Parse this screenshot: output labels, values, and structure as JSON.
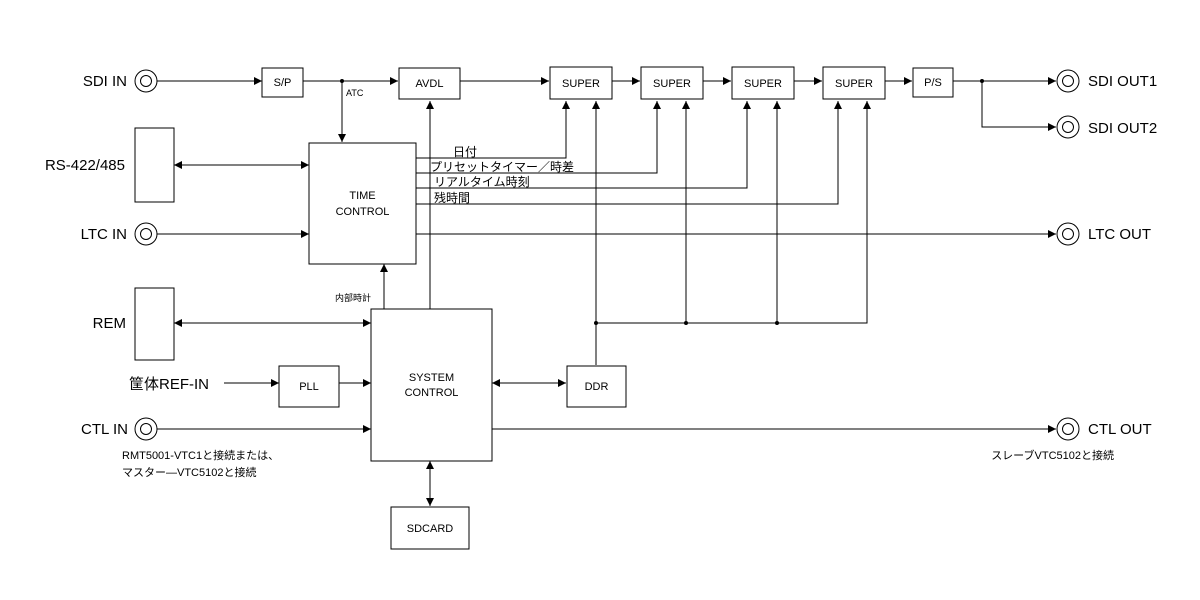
{
  "ports": {
    "sdi_in": "SDI IN",
    "rs422": "RS-422/485",
    "ltc_in": "LTC IN",
    "rem": "REM",
    "ref_in": "筐体REF-IN",
    "ctl_in": "CTL IN",
    "sdi_out1": "SDI OUT1",
    "sdi_out2": "SDI OUT2",
    "ltc_out": "LTC OUT",
    "ctl_out": "CTL OUT"
  },
  "blocks": {
    "sp": "S/P",
    "avdl": "AVDL",
    "super": "SUPER",
    "ps": "P/S",
    "time_control": [
      "TIME",
      "CONTROL"
    ],
    "system_control": [
      "SYSTEM",
      "CONTROL"
    ],
    "pll": "PLL",
    "ddr": "DDR",
    "sdcard": "SDCARD"
  },
  "signals": {
    "atc": "ATC",
    "date": "日付",
    "preset": "プリセットタイマー／時差",
    "realtime": "リアルタイム時刻",
    "remaining": "残時間",
    "internal_clock": "内部時計"
  },
  "notes": {
    "ctl_in_note": [
      "RMT5001-VTC1と接続または、",
      "マスター—VTC5102と接続"
    ],
    "ctl_out_note": "スレーブVTC5102と接続"
  }
}
